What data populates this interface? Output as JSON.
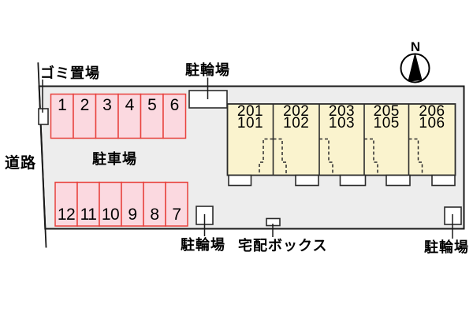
{
  "compass": {
    "north_label": "N"
  },
  "road": {
    "label": "道路"
  },
  "labels": {
    "garbage_area": "ゴミ置場",
    "parking_lot": "駐車場",
    "bicycle_top": "駐輪場",
    "bicycle_bottom_mid": "駐輪場",
    "bicycle_bottom_right": "駐輪場",
    "delivery_box": "宅配ボックス"
  },
  "parking": {
    "top_row": [
      "1",
      "2",
      "3",
      "4",
      "5",
      "6"
    ],
    "bottom_row": [
      "12",
      "11",
      "10",
      "9",
      "8",
      "7"
    ]
  },
  "building": {
    "units": [
      {
        "upper": "201",
        "lower": "101"
      },
      {
        "upper": "202",
        "lower": "102"
      },
      {
        "upper": "203",
        "lower": "103"
      },
      {
        "upper": "205",
        "lower": "105"
      },
      {
        "upper": "206",
        "lower": "106"
      }
    ]
  },
  "colors": {
    "site_fill": "#EDEDED",
    "outline": "#1A1A1A",
    "parking_fill": "#FBD9E0",
    "parking_border": "#E8413C",
    "building_fill": "#FAF3CE",
    "building_border": "#2B2B2B",
    "box_fill": "#FFFFFF"
  }
}
